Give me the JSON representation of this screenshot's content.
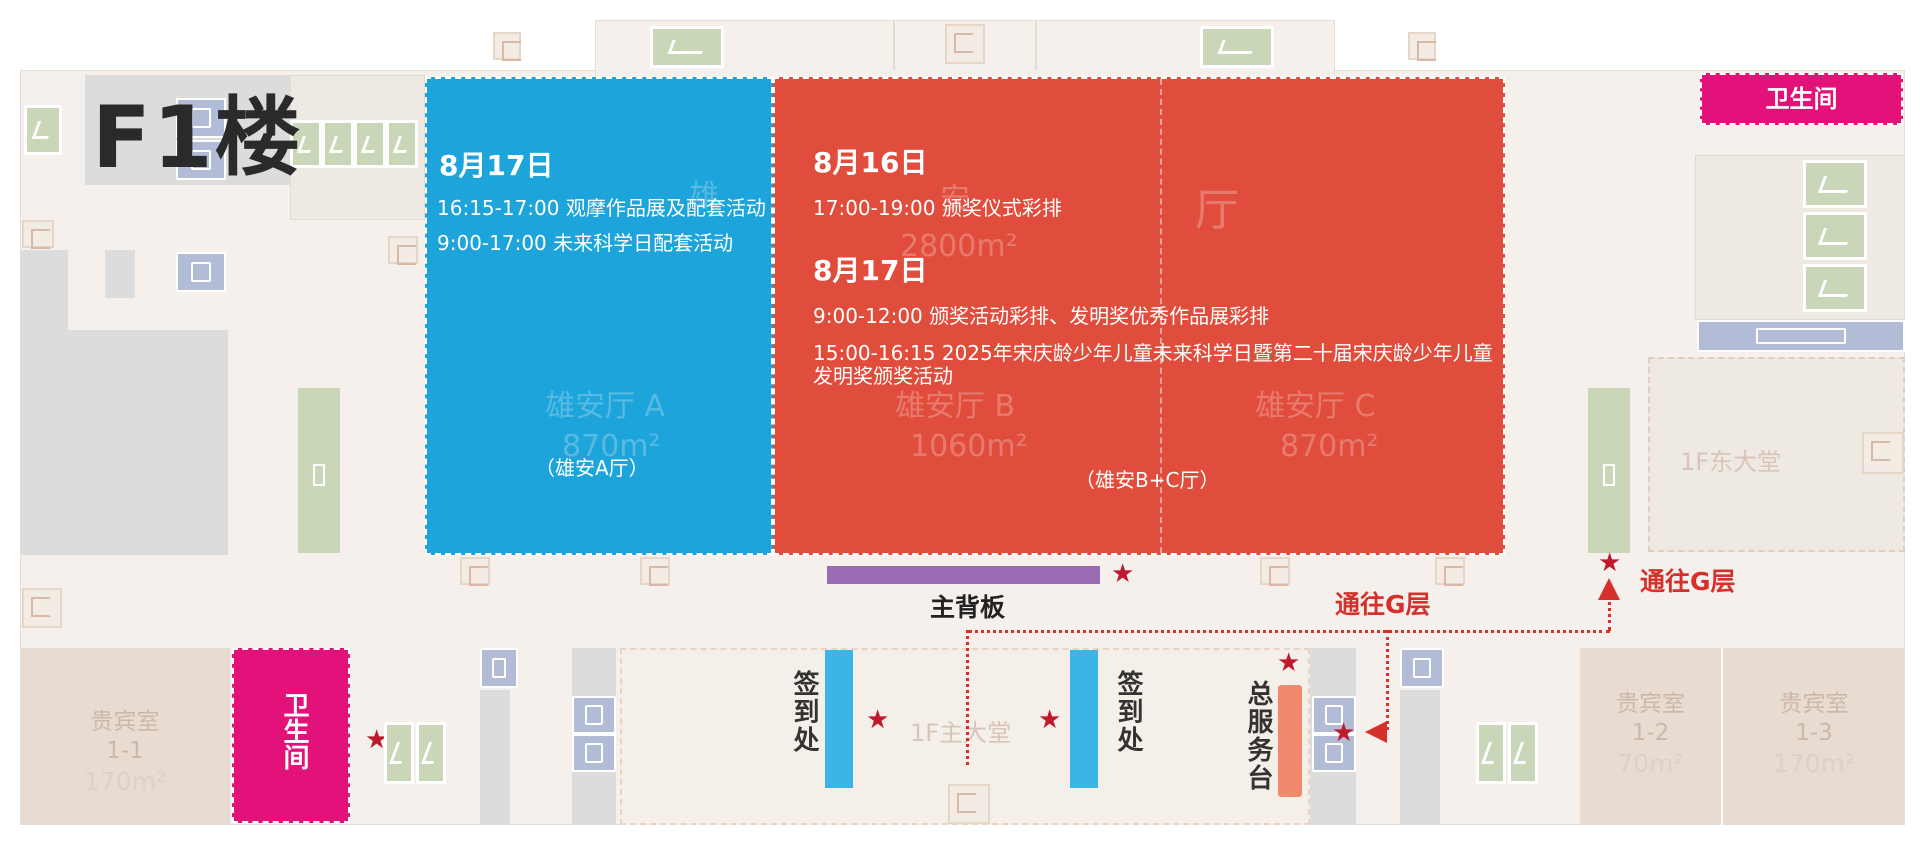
{
  "floor": {
    "title": "F1楼"
  },
  "hall_a": {
    "date": "8月17日",
    "events": [
      "16:15-17:00 观摩作品展及配套活动",
      "9:00-17:00 未来科学日配套活动"
    ],
    "tag": "（雄安A厅）",
    "ghost_name": "雄安厅 A",
    "ghost_size": "870m²",
    "ghost_char": "雄"
  },
  "hall_bc": {
    "day1": {
      "date": "8月16日",
      "events": [
        "17:00-19:00 颁奖仪式彩排"
      ]
    },
    "day2": {
      "date": "8月17日",
      "events": [
        "9:00-12:00 颁奖活动彩排、发明奖优秀作品展彩排",
        "15:00-16:15 2025年宋庆龄少年儿童未来科学日暨第二十届宋庆龄少年儿童发明奖颁奖活动"
      ]
    },
    "tag": "（雄安B+C厅）",
    "ghost_b": "雄安厅 B",
    "ghost_b_size": "1060m²",
    "ghost_c": "雄安厅 C",
    "ghost_c_size": "870m²",
    "ghost_top_size": "2800m²",
    "ghost_char_an": "安",
    "ghost_char_ting": "厅"
  },
  "labels": {
    "restroom_top": "卫生间",
    "restroom_left": "卫生间",
    "main_backdrop": "主背板",
    "to_g_floor_1": "通往G层",
    "to_g_floor_2": "通往G层",
    "checkin_left": "签到处",
    "checkin_right": "签到处",
    "service_desk": "总服务台",
    "main_lobby": "1F主大堂",
    "east_lobby": "1F东大堂"
  },
  "vip_rooms": [
    {
      "name": "贵宾室",
      "num": "1-1",
      "size": "170m²"
    },
    {
      "name": "贵宾室",
      "num": "1-2",
      "size": "70m²"
    },
    {
      "name": "贵宾室",
      "num": "1-3",
      "size": "170m²"
    }
  ],
  "colors": {
    "hall_a": "#1da4da",
    "hall_bc": "#e14d3c",
    "restroom": "#e3127a",
    "checkin": "#3ab5e6",
    "backdrop": "#9b6bb5",
    "service_desk": "#f08a6c",
    "route": "#d6302d"
  },
  "icons": [
    "stairs-icon",
    "elevator-icon",
    "escalator-icon",
    "exit-icon",
    "star-marker-icon",
    "arrow-up-icon",
    "arrow-left-icon"
  ]
}
